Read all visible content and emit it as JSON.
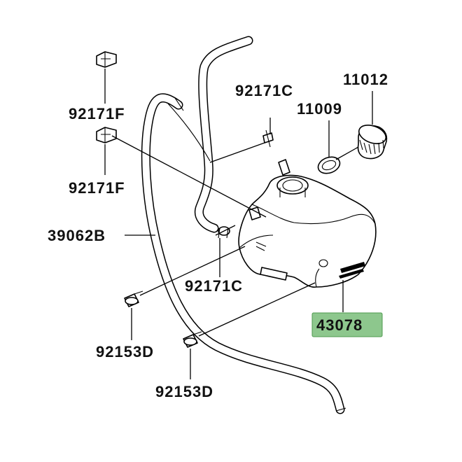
{
  "labels": {
    "p92171F_a": "92171F",
    "p92171F_b": "92171F",
    "p39062B": "39062B",
    "p92171C_a": "92171C",
    "p92171C_b": "92171C",
    "p11012": "11012",
    "p11009": "11009",
    "p43078": "43078",
    "p92153D_a": "92153D",
    "p92153D_b": "92153D"
  },
  "highlight": {
    "part": "43078",
    "color": "#8dc78d"
  }
}
